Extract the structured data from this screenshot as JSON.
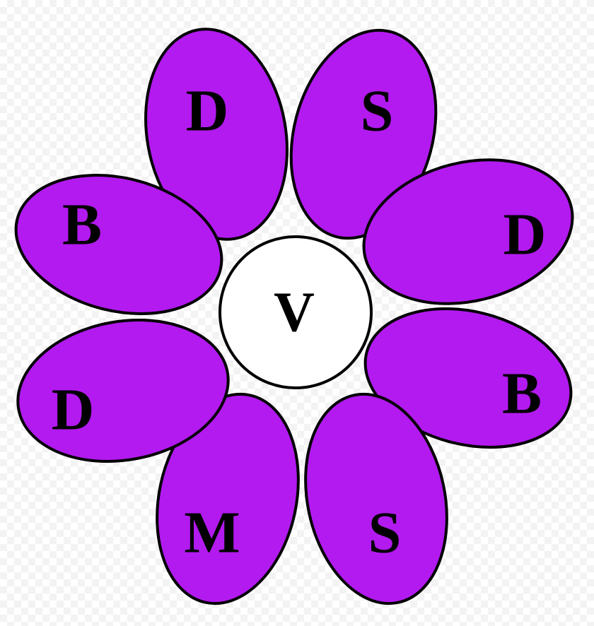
{
  "colors": {
    "petal_fill": "#b21aef",
    "outline": "#000000",
    "center_fill": "#ffffff"
  },
  "center": {
    "label": "V"
  },
  "petals": [
    {
      "label": "D"
    },
    {
      "label": "S"
    },
    {
      "label": "D"
    },
    {
      "label": "B"
    },
    {
      "label": "S"
    },
    {
      "label": "M"
    },
    {
      "label": "D"
    },
    {
      "label": "B"
    }
  ]
}
